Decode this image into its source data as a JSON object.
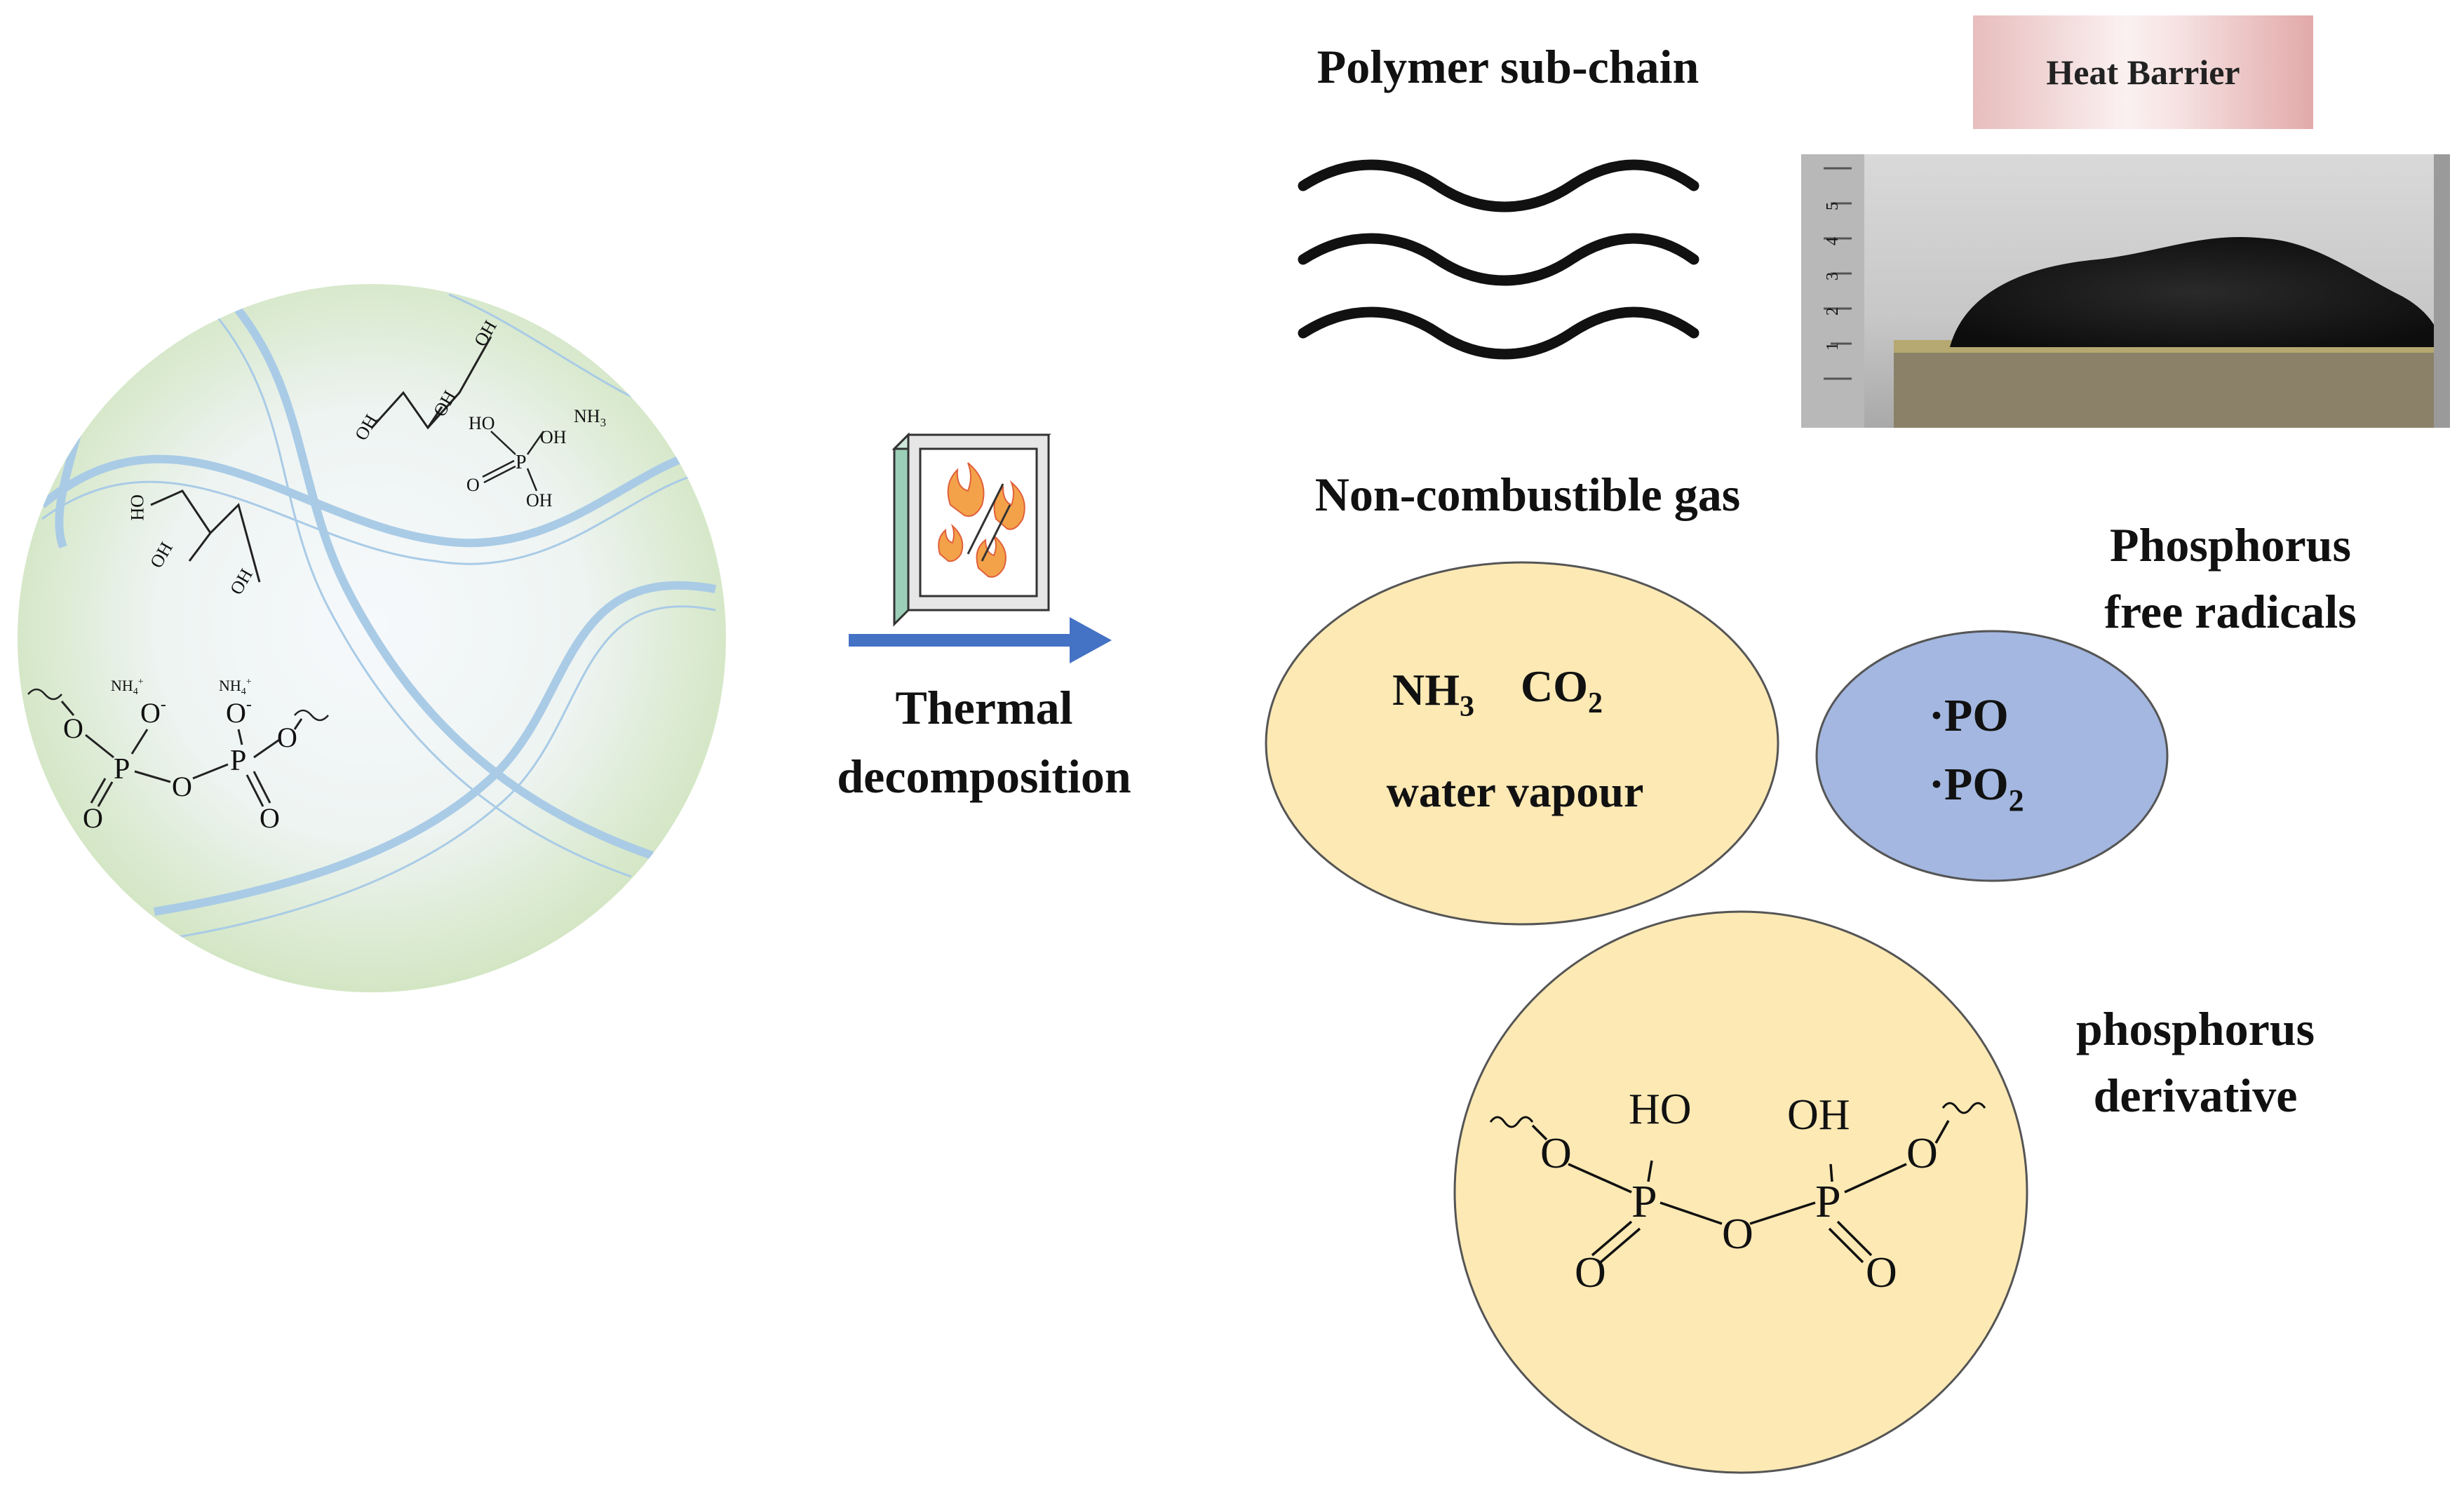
{
  "left_sphere": {
    "label_nh3": "NH",
    "label_nh3_sub": "3",
    "label_ho": "HO",
    "label_oh": "OH",
    "label_p": "P",
    "label_o": "O",
    "label_nh4": "NH",
    "label_nh4_sub": "4",
    "label_nh4_sup": "+",
    "label_o_minus": "O",
    "label_minus": "-"
  },
  "arrow": {
    "label_line1": "Thermal",
    "label_line2": "decomposition"
  },
  "polymer": {
    "title": "Polymer sub-chain"
  },
  "photo": {
    "label": "Heat Barrier",
    "ruler_marks": [
      "1",
      "2",
      "3",
      "4",
      "5"
    ]
  },
  "gas": {
    "title": "Non-combustible gas",
    "nh3": "NH",
    "nh3_sub": "3",
    "co2": "CO",
    "co2_sub": "2",
    "water": "water vapour"
  },
  "radicals": {
    "title_line1": "Phosphorus",
    "title_line2": "free radicals",
    "po": "·PO",
    "po2": "·PO",
    "po2_sub": "2"
  },
  "derivative": {
    "title_line1": "phosphorus",
    "title_line2": "derivative",
    "ho": "HO",
    "oh": "OH",
    "p": "P",
    "o": "O"
  },
  "colors": {
    "sphere_green": "#cfe4bd",
    "fiber_blue": "#a9cbe6",
    "arrow_blue": "#4472c4",
    "gas_yellow": "#fde9b4",
    "radical_blue": "#a3b7e0"
  }
}
